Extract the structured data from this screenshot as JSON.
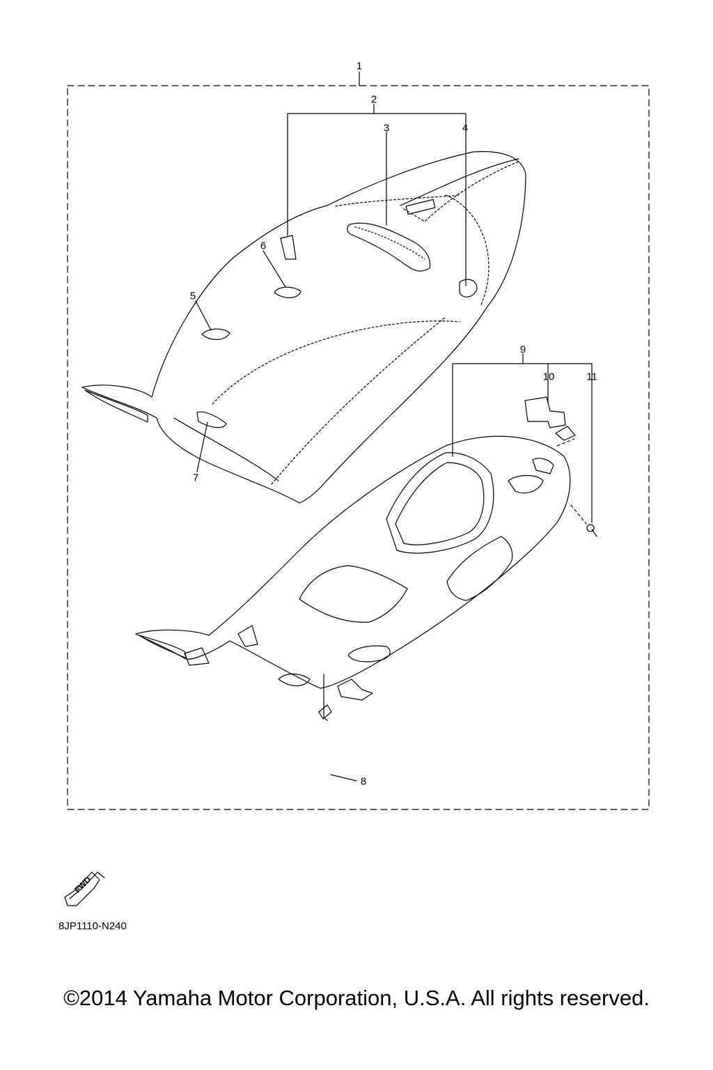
{
  "callouts": [
    {
      "id": "1",
      "text": "1"
    },
    {
      "id": "2",
      "text": "2"
    },
    {
      "id": "3",
      "text": "3"
    },
    {
      "id": "4",
      "text": "4"
    },
    {
      "id": "5",
      "text": "5"
    },
    {
      "id": "6",
      "text": "6"
    },
    {
      "id": "7",
      "text": "7"
    },
    {
      "id": "8",
      "text": "8"
    },
    {
      "id": "9",
      "text": "9"
    },
    {
      "id": "10",
      "text": "10"
    },
    {
      "id": "11",
      "text": "11"
    }
  ],
  "fwd_arrow": {
    "label": "FWD",
    "icon": "fwd-arrow-icon"
  },
  "part_code": "8JP1110-N240",
  "copyright": "©2014 Yamaha Motor Corporation, U.S.A. All rights reserved."
}
